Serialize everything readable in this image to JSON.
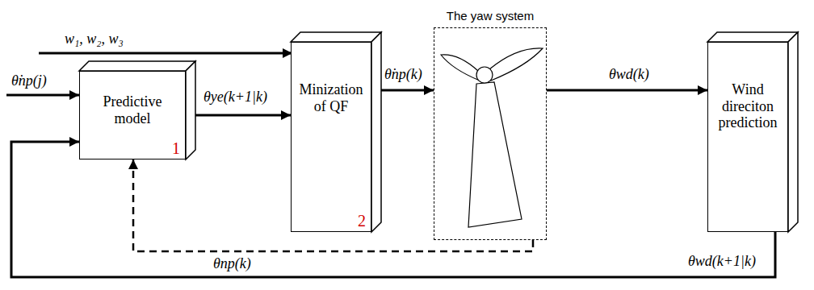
{
  "diagram": {
    "nodes": [
      {
        "text": [
          "Predictive model",
          "1"
        ]
      },
      {
        "text": [
          "Minization of QF",
          "2"
        ]
      },
      {
        "text": [
          "The yaw system"
        ]
      },
      {
        "text": [
          "Wind direciton prediction"
        ]
      }
    ],
    "edges": [
      {
        "from": 0,
        "to": 1,
        "label": "θye(k+1|k)",
        "arrow": "to"
      },
      {
        "from": 1,
        "to": 2,
        "label": "θ̇np(k)",
        "arrow": "to"
      },
      {
        "from": 2,
        "to": 3,
        "label": "θwd(k)",
        "arrow": "to"
      },
      {
        "from": 3,
        "to": 0,
        "label": "θwd(k+1|k)",
        "arrow": "to"
      },
      {
        "from": 2,
        "to": 0,
        "label": "θnp(k)",
        "arrow": "to"
      }
    ],
    "labels": [
      "w₁, w₂, w₃",
      "θ̇np(j)"
    ]
  }
}
